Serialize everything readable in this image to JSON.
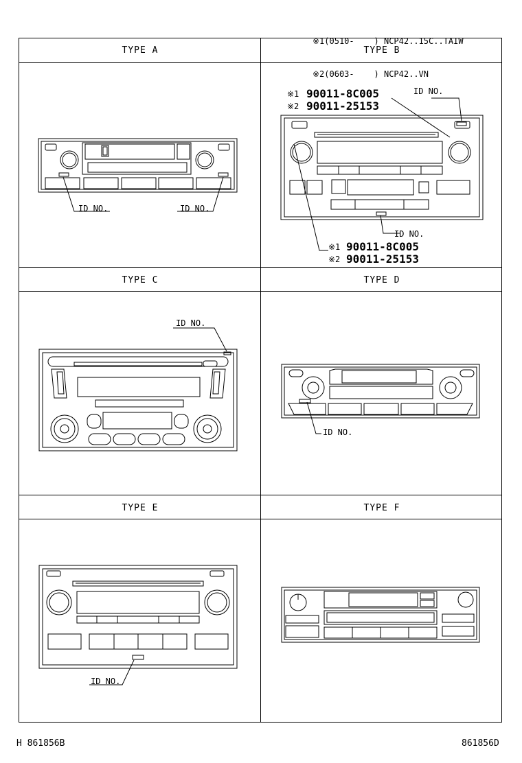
{
  "notes": [
    "※1(0510-    ) NCP42..15C..TAIW",
    "※2(0603-    ) NCP42..VN"
  ],
  "types": [
    {
      "label": "TYPE A"
    },
    {
      "label": "TYPE B"
    },
    {
      "label": "TYPE C"
    },
    {
      "label": "TYPE D"
    },
    {
      "label": "TYPE E"
    },
    {
      "label": "TYPE F"
    }
  ],
  "callouts": {
    "id_no": "ID NO.",
    "part_note_1": "※1",
    "part_note_2": "※2",
    "part_no_1": "90011-8C005",
    "part_no_2": "90011-25153"
  },
  "footer": {
    "left": "H 861856B",
    "right": "861856D"
  }
}
